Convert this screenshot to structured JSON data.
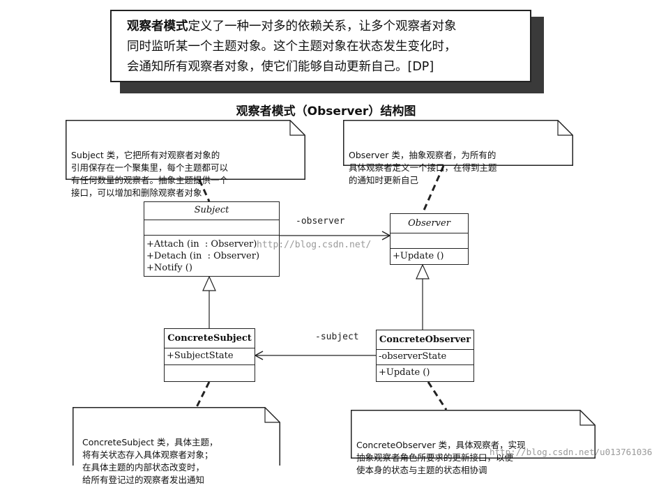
{
  "definition": {
    "term": "观察者模式",
    "line1_rest": "定义了一种一对多的依赖关系，让多个观察者对象",
    "line2": "同时监听某一个主题对象。这个主题对象在状态发生变化时，",
    "line3": "会通知所有观察者对象，使它们能够自动更新自己。[DP]"
  },
  "diagram_title": "观察者模式（Observer）结构图",
  "notes": {
    "subject": "Subject 类，它把所有对观察者对象的\n引用保存在一个聚集里，每个主题都可以\n有任何数量的观察者。抽象主题提供一个\n接口，可以增加和删除观察者对象",
    "observer": "Observer 类，抽象观察者，为所有的\n具体观察者定义一个接口，在得到主题\n的通知时更新自己",
    "concrete_subject": "ConcreteSubject 类，具体主题，\n将有关状态存入具体观察者对象；\n在具体主题的内部状态改变时，\n给所有登记过的观察者发出通知",
    "concrete_observer": "ConcreteObserver 类，具体观察者，实现\n抽象观察者角色所要求的更新接口，以便\n使本身的状态与主题的状态相协调"
  },
  "classes": {
    "subject": {
      "name": "Subject",
      "ops": [
        "+Attach (in  : Observer)",
        "+Detach (in  : Observer)",
        "+Notify ()"
      ]
    },
    "observer": {
      "name": "Observer",
      "ops": [
        "+Update ()"
      ]
    },
    "concrete_subject": {
      "name": "ConcreteSubject",
      "attrs": [
        "+SubjectState"
      ]
    },
    "concrete_observer": {
      "name": "ConcreteObserver",
      "attrs": [
        "-observerState"
      ],
      "ops": [
        "+Update ()"
      ]
    }
  },
  "associations": {
    "observer_label": "-observer",
    "subject_label": "-subject"
  },
  "watermarks": {
    "center": "http://blog.csdn.net/",
    "corner": "http://blog.csdn.net/u013761036"
  }
}
